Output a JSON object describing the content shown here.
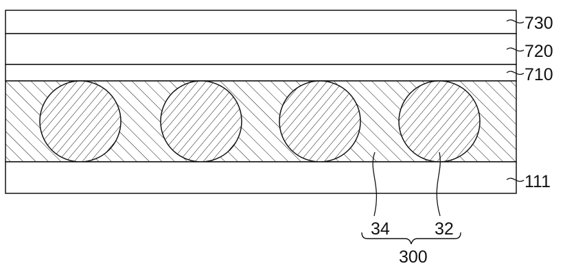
{
  "figure": {
    "labels": {
      "layer_top": "730",
      "layer_middle": "720",
      "layer_thin": "710",
      "substrate": "111",
      "matrix": "34",
      "particle": "32",
      "composite": "300"
    },
    "colors": {
      "line": "#111111",
      "background": "#ffffff"
    }
  }
}
